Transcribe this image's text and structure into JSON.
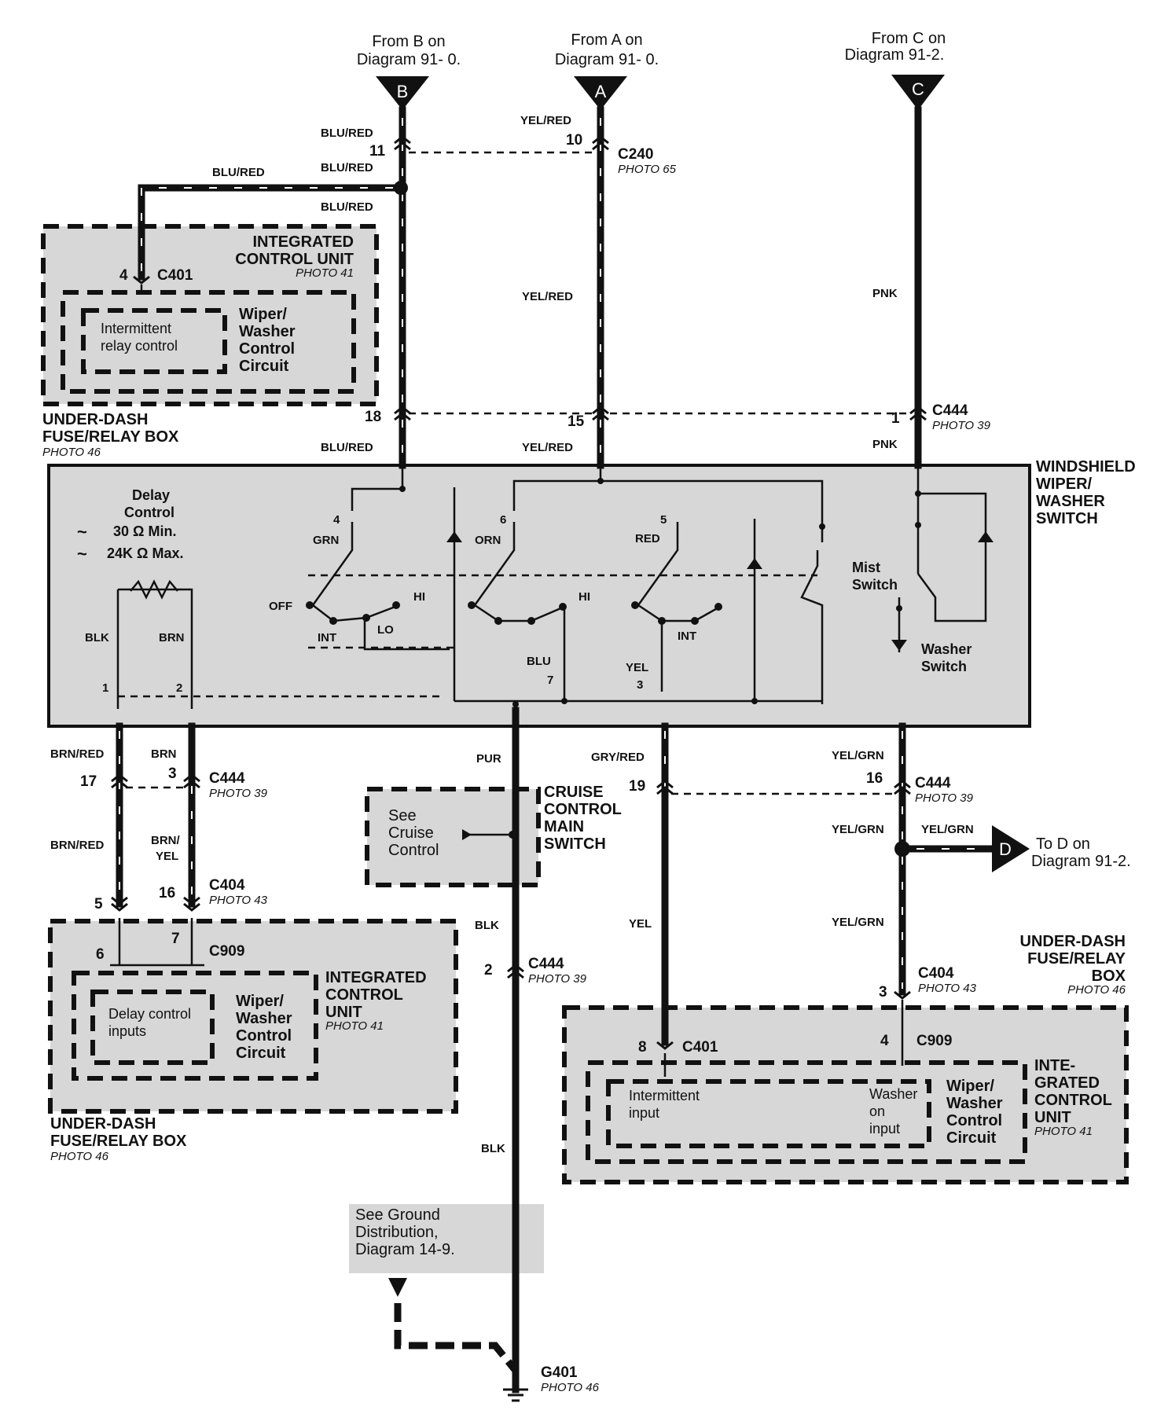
{
  "refs": {
    "b": {
      "letter": "B",
      "line1": "From B on",
      "line2": "Diagram 91- 0."
    },
    "a": {
      "letter": "A",
      "line1": "From A on",
      "line2": "Diagram 91- 0."
    },
    "c": {
      "letter": "C",
      "line1": "From C on",
      "line2": "Diagram 91-2."
    },
    "d": {
      "letter": "D",
      "line1": "To D on",
      "line2": "Diagram 91-2."
    }
  },
  "connectors": {
    "c240": {
      "name": "C240",
      "photo": "PHOTO 65"
    },
    "c444_top": {
      "name": "C444",
      "photo": "PHOTO 39"
    },
    "c444_mid_left": {
      "name": "C444",
      "photo": "PHOTO 39"
    },
    "c444_mid_right": {
      "name": "C444",
      "photo": "PHOTO 39"
    },
    "c444_low": {
      "name": "C444",
      "photo": "PHOTO 39"
    },
    "c401_top": {
      "name": "C401"
    },
    "c401_right": {
      "name": "C401"
    },
    "c404_left": {
      "name": "C404",
      "photo": "PHOTO 43"
    },
    "c404_right": {
      "name": "C404",
      "photo": "PHOTO 43"
    },
    "c909_left": {
      "name": "C909"
    },
    "c909_right": {
      "name": "C909"
    },
    "g401": {
      "name": "G401",
      "photo": "PHOTO 46"
    }
  },
  "pins": {
    "p11": "11",
    "p10": "10",
    "p18": "18",
    "p15": "15",
    "p1_c444": "1",
    "p4_c401": "4",
    "s4": "4",
    "s6": "6",
    "s5": "5",
    "sw1": "1",
    "sw2": "2",
    "sw7": "7",
    "sw3": "3",
    "p17": "17",
    "p3": "3",
    "p19": "19",
    "p16": "16",
    "p5": "5",
    "p16b": "16",
    "p6": "6",
    "p7": "7",
    "p2": "2",
    "p8": "8",
    "p3b": "3",
    "p4b": "4"
  },
  "wires": {
    "blu_red_1": "BLU/RED",
    "blu_red_2": "BLU/RED",
    "blu_red_3": "BLU/RED",
    "blu_red_4": "BLU/RED",
    "blu_red_5": "BLU/RED",
    "yel_red_1": "YEL/RED",
    "yel_red_2": "YEL/RED",
    "yel_red_3": "YEL/RED",
    "pnk_1": "PNK",
    "pnk_2": "PNK",
    "grn": "GRN",
    "orn": "ORN",
    "red": "RED",
    "blk_sw": "BLK",
    "brn_sw": "BRN",
    "blu": "BLU",
    "yel_sw": "YEL",
    "brn_red_1": "BRN/RED",
    "brn_1": "BRN",
    "pur": "PUR",
    "gry_red": "GRY/RED",
    "yel_grn_1": "YEL/GRN",
    "brn_red_2": "BRN/RED",
    "brn_yel_1": "BRN/",
    "brn_yel_2": "YEL",
    "yel_grn_2": "YEL/GRN",
    "yel_grn_3": "YEL/GRN",
    "blk_1": "BLK",
    "yel": "YEL",
    "yel_grn_4": "YEL/GRN",
    "blk_2": "BLK"
  },
  "switch": {
    "title": [
      "WINDSHIELD",
      "WIPER/",
      "WASHER",
      "SWITCH"
    ],
    "delay": [
      "Delay",
      "Control"
    ],
    "min": "30 Ω Min.",
    "max": "24K Ω Max.",
    "off": "OFF",
    "int1": "INT",
    "lo": "LO",
    "hi1": "HI",
    "hi2": "HI",
    "int2": "INT",
    "mist": [
      "Mist",
      "Switch"
    ],
    "washer": [
      "Washer",
      "Switch"
    ]
  },
  "icu_top": {
    "title": [
      "INTEGRATED",
      "CONTROL UNIT"
    ],
    "photo": "PHOTO 41",
    "inner": [
      "Intermittent",
      "relay control"
    ],
    "circuit": [
      "Wiper/",
      "Washer",
      "Control",
      "Circuit"
    ],
    "box": [
      "UNDER-DASH",
      "FUSE/RELAY BOX"
    ],
    "box_photo": "PHOTO 46"
  },
  "icu_left": {
    "title": [
      "INTEGRATED",
      "CONTROL",
      "UNIT"
    ],
    "photo": "PHOTO 41",
    "inner": [
      "Delay control",
      "inputs"
    ],
    "circuit": [
      "Wiper/",
      "Washer",
      "Control",
      "Circuit"
    ],
    "box": [
      "UNDER-DASH",
      "FUSE/RELAY BOX"
    ],
    "box_photo": "PHOTO 46"
  },
  "icu_right": {
    "box": [
      "UNDER-DASH",
      "FUSE/RELAY",
      "BOX"
    ],
    "box_photo": "PHOTO 46",
    "title": [
      "INTE-",
      "GRATED",
      "CONTROL",
      "UNIT"
    ],
    "photo": "PHOTO 41",
    "input1": [
      "Intermittent",
      "input"
    ],
    "input2": [
      "Washer",
      "on",
      "input"
    ],
    "circuit": [
      "Wiper/",
      "Washer",
      "Control",
      "Circuit"
    ]
  },
  "cruise": {
    "see": [
      "See",
      "Cruise",
      "Control"
    ],
    "title": [
      "CRUISE",
      "CONTROL",
      "MAIN",
      "SWITCH"
    ]
  },
  "ground": {
    "note": [
      "See Ground",
      "Distribution,",
      "Diagram 14-9."
    ]
  }
}
